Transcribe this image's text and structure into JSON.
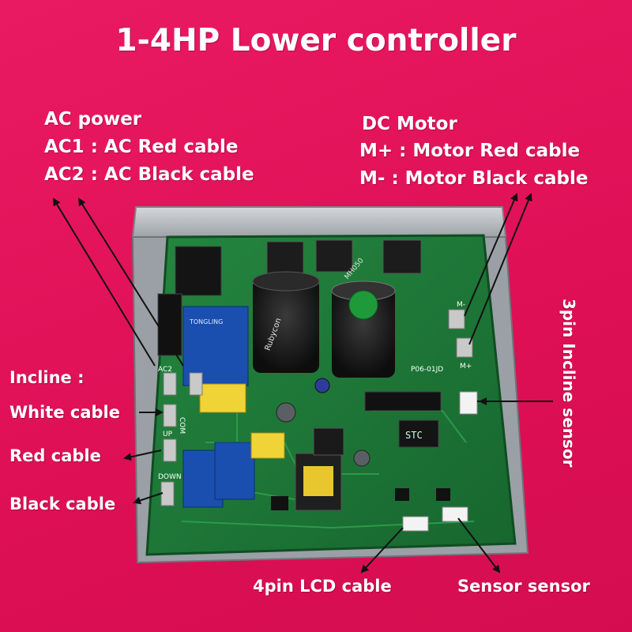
{
  "title": "1-4HP Lower controller",
  "ac_power": {
    "heading": "AC power",
    "ac1": "AC1 : AC Red cable",
    "ac2": "AC2 : AC Black cable"
  },
  "dc_motor": {
    "heading": "DC Motor",
    "m_plus": "M+ : Motor Red cable",
    "m_minus": "M- : Motor Black cable"
  },
  "incline": {
    "heading": "Incline :",
    "white": "White cable",
    "red": "Red cable",
    "black": "Black cable"
  },
  "connectors": {
    "lcd": "4pin LCD cable",
    "sensor": "Sensor sensor",
    "incline_sensor": "3pin Incline sensor"
  },
  "board_markings": {
    "ac2": "AC2",
    "com": "COM",
    "up": "UP",
    "down": "DOWN",
    "m_plus": "M+",
    "m_minus": "M-",
    "model": "P06-01JD",
    "relay_brand": "TONGLING",
    "mcu": "STC",
    "capacitor": "Rubycon",
    "module": "MH050"
  },
  "colors": {
    "background": "#e0105a",
    "pcb": "#1e7a3a",
    "heatsink": "#b8bcc0",
    "text": "#ffffff",
    "arrow": "#111111"
  }
}
